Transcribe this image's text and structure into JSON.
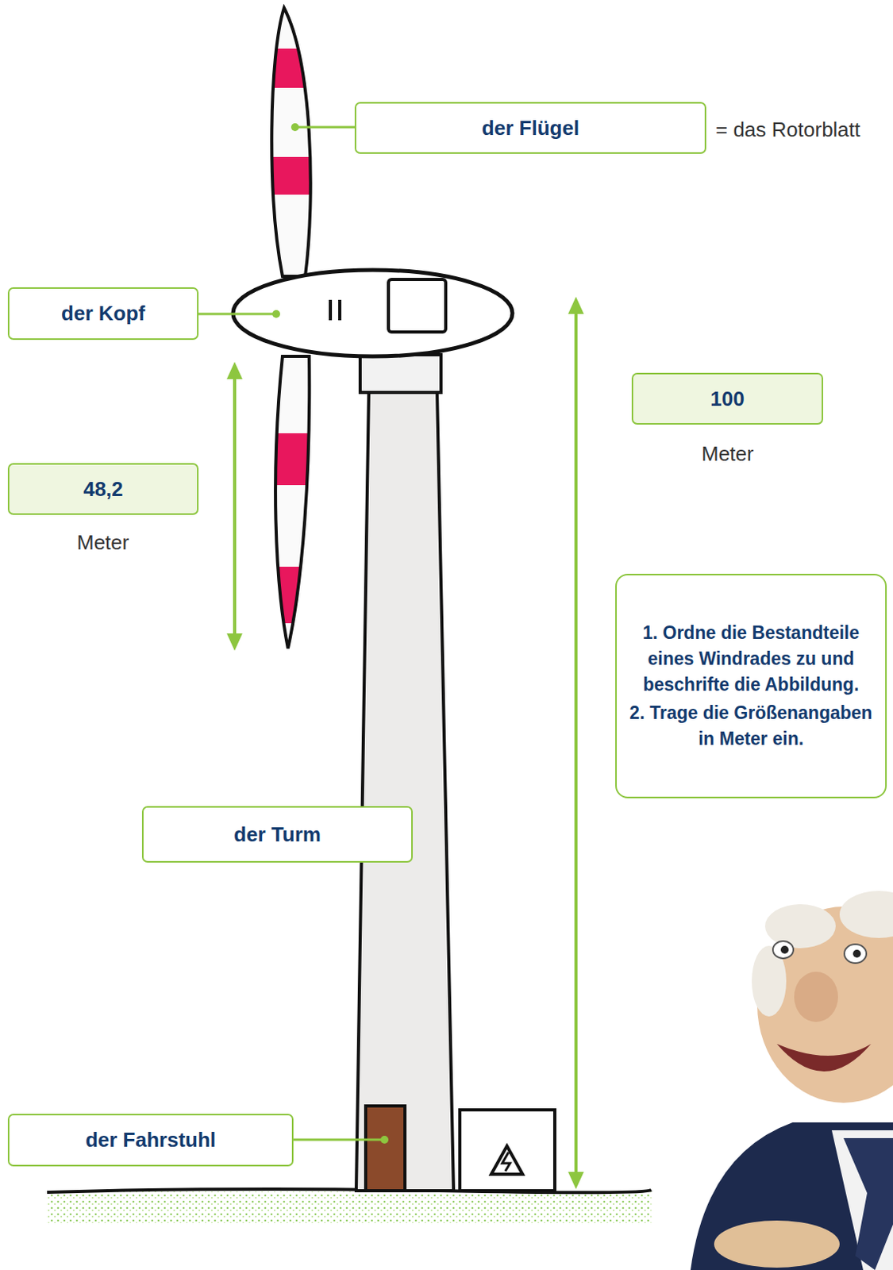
{
  "diagram": {
    "nodes": [
      {
        "text": [
          "der Flügel"
        ]
      },
      {
        "text": [
          "der Kopf"
        ]
      },
      {
        "text": [
          "100"
        ]
      },
      {
        "text": [
          "48,2"
        ]
      },
      {
        "text": [
          "1. Ordne die Bestandteile eines Windrades zu und beschrifte die Abbildung.",
          "2. Trage die Größenangaben in Meter ein."
        ]
      },
      {
        "text": [
          "der Turm"
        ]
      },
      {
        "text": [
          "der Fahrstuhl"
        ]
      }
    ],
    "labels": [
      "= das Rotorblatt",
      "Meter",
      "Meter"
    ]
  }
}
